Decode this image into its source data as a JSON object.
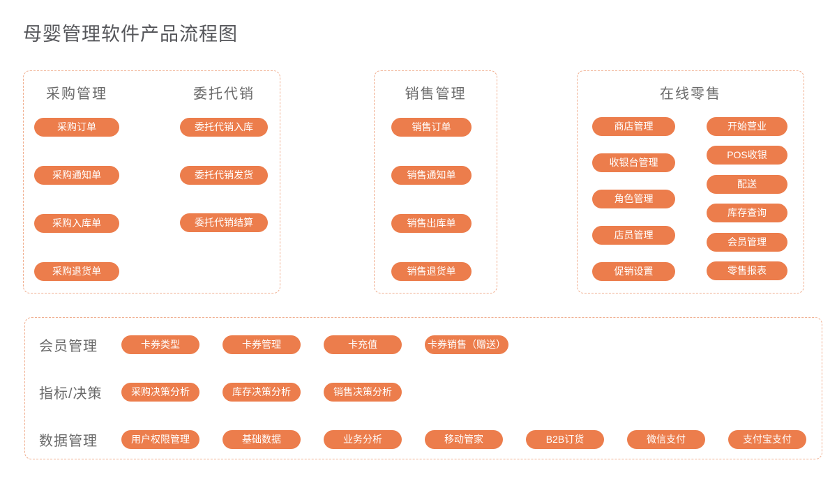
{
  "title": "母婴管理软件产品流程图",
  "colors": {
    "pill_background": "#EC7D4C",
    "pill_text": "#FFFFFF",
    "box_border": "#F0AE8F",
    "title_text": "#55565A",
    "heading_text": "#6A6A6A"
  },
  "purchase_box": {
    "purchase": {
      "heading": "采购管理",
      "pills": [
        "采购订单",
        "采购通知单",
        "采购入库单",
        "采购退货单"
      ]
    },
    "consignment": {
      "heading": "委托代销",
      "pills": [
        "委托代销入库",
        "委托代销发货",
        "委托代销结算"
      ]
    }
  },
  "sales_box": {
    "heading": "销售管理",
    "pills": [
      "销售订单",
      "销售通知单",
      "销售出库单",
      "销售退货单"
    ]
  },
  "retail_box": {
    "heading": "在线零售",
    "left_pills": [
      "商店管理",
      "收银台管理",
      "角色管理",
      "店员管理",
      "促销设置"
    ],
    "right_pills": [
      "开始营业",
      "POS收银",
      "配送",
      "库存查询",
      "会员管理",
      "零售报表"
    ]
  },
  "bottom_box": {
    "member": {
      "label": "会员管理",
      "pills": [
        "卡券类型",
        "卡券管理",
        "卡充值",
        "卡券销售（赠送）"
      ]
    },
    "decision": {
      "label": "指标/决策",
      "pills": [
        "采购决策分析",
        "库存决策分析",
        "销售决策分析"
      ]
    },
    "data": {
      "label": "数据管理",
      "pills": [
        "用户权限管理",
        "基础数据",
        "业务分析",
        "移动管家",
        "B2B订货",
        "微信支付",
        "支付宝支付"
      ]
    }
  }
}
